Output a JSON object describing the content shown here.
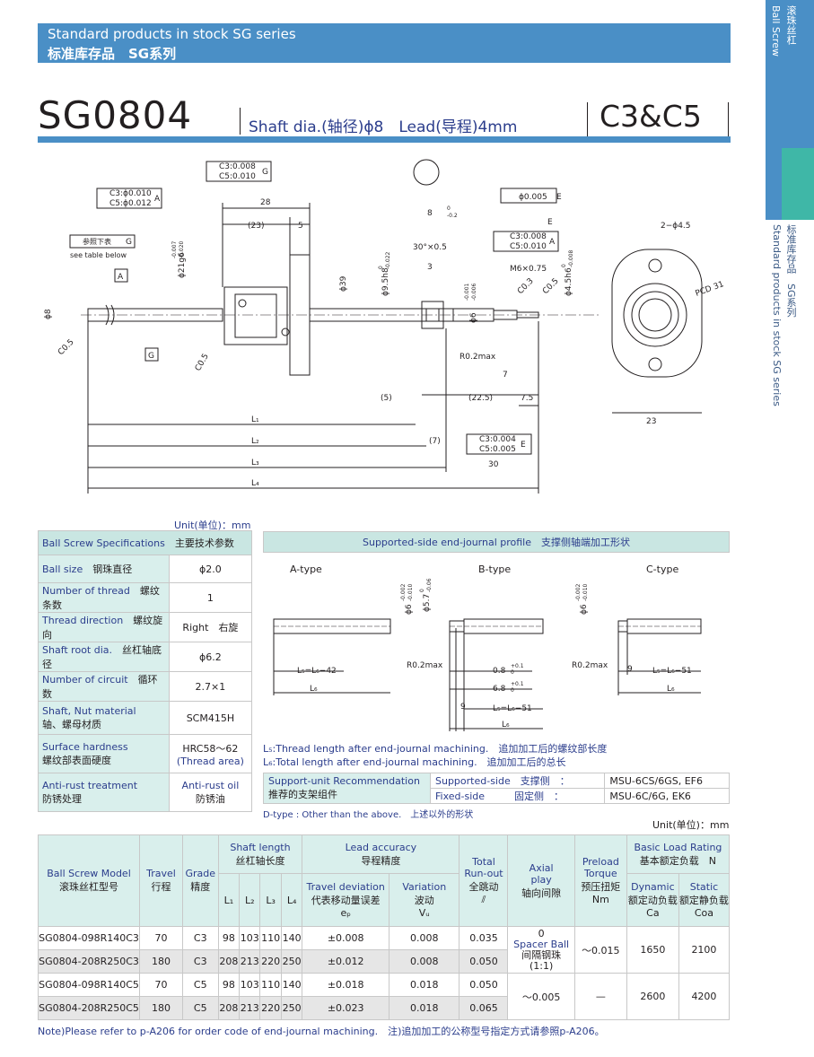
{
  "banner": {
    "line1": "Standard products in stock SG series",
    "line2": "标准库存品　SG系列"
  },
  "sidebar": {
    "top_en": "Ball Screw",
    "top_cn": "滚珠丝杠",
    "side_en": "Standard products in stock  SG series",
    "side_cn": "标准库存品　SG系列"
  },
  "title": {
    "model": "SG0804",
    "spec": "Shaft dia.(轴径)ϕ8　Lead(导程)4mm",
    "grade": "C3&C5"
  },
  "drawing": {
    "tol_g": [
      "C3:0.008",
      "C5:0.010"
    ],
    "tol_g_ref": "G",
    "tol_a": [
      "C3:ϕ0.010",
      "C5:ϕ0.012"
    ],
    "tol_a_ref": "A",
    "tol_ref_below": "参照下表",
    "tol_ref_g": "G",
    "see_table": "see table below",
    "dim_28": "28",
    "dim_23": "(23)",
    "dim_5": "5",
    "dim_21g6": "ϕ21g6",
    "dim_21g6_tol": [
      "-0.007",
      "-0.020"
    ],
    "dim_39": "ϕ39",
    "dim_8": "ϕ8",
    "dim_c05a": "C0.5",
    "dim_c05b": "C0.5",
    "label_a": "A",
    "label_g": "G",
    "pos_dia": "ϕ0.005",
    "pos_ref": "E",
    "dim_8b": "8",
    "dim_8b_tol": [
      "0",
      "-0.2"
    ],
    "chamfer": "30°×0.5",
    "dim_3": "3",
    "dim_95h8": "ϕ9.5h8",
    "dim_95h8_tol": [
      "0",
      "-0.022"
    ],
    "dim_6": "ϕ6",
    "dim_6_tol": [
      "-0.001",
      "-0.006"
    ],
    "tol_e": "E",
    "tol_e2": [
      "C3:0.008",
      "C5:0.010"
    ],
    "tol_e2_ref": "A",
    "thread": "M6×0.75",
    "dim_c03": "C0.3",
    "dim_c05c": "C0.5",
    "dim_45h6": "ϕ4.5h6",
    "dim_45h6_tol": [
      "0",
      "-0.008"
    ],
    "r02": "R0.2max",
    "dim_7": "7",
    "dim_5b": "(5)",
    "dim_225": "(22.5)",
    "dim_75": "7.5",
    "dim_7b": "(7)",
    "tol_e3": [
      "C3:0.004",
      "C5:0.005"
    ],
    "tol_e3_ref": "E",
    "dim_30": "30",
    "l1": "L₁",
    "l2": "L₂",
    "l3": "L₃",
    "l4": "L₄",
    "holes": "2−ϕ4.5",
    "pcd": "PCD 31",
    "dim_23b": "23"
  },
  "unit1": "Unit(单位)：mm",
  "spec_table": {
    "header": [
      "Ball Screw Specifications",
      "主要技术参数"
    ],
    "rows": [
      {
        "en": "Ball size",
        "cn": "钢珠直径",
        "value": "ϕ2.0"
      },
      {
        "en": "Number of thread",
        "cn": "螺纹条数",
        "value": "1"
      },
      {
        "en": "Thread direction",
        "cn": "螺纹旋向",
        "value": "Right　右旋"
      },
      {
        "en": "Shaft root dia.",
        "cn": "丝杠轴底径",
        "value": "ϕ6.2"
      },
      {
        "en": "Number of circuit",
        "cn": "循环数",
        "value": "2.7×1"
      },
      {
        "en": "Shaft, Nut material",
        "cn": "轴、螺母材质",
        "value": "SCM415H"
      },
      {
        "en": "Surface hardness",
        "cn": "螺纹部表面硬度",
        "value": "HRC58～62",
        "value2": "(Thread area)"
      },
      {
        "en": "Anti-rust treatment",
        "cn": "防锈处理",
        "value": "Anti-rust oil",
        "value2": "防锈油"
      }
    ]
  },
  "journal": {
    "header": "Supported-side end-journal profile　支撑侧轴端加工形状",
    "types": [
      "A-type",
      "B-type",
      "C-type"
    ],
    "a": {
      "l5": "L₅=L₆−42",
      "l6": "L₆"
    },
    "b": {
      "d6": "ϕ6",
      "d6_tol": [
        "-0.002",
        "-0.010"
      ],
      "d57": "ϕ5.7",
      "d57_tol": [
        "0",
        "-0.06"
      ],
      "r02": "R0.2max",
      "w08": "0.8",
      "w08_tol": [
        "+0.1",
        "0"
      ],
      "w68": "6.8",
      "w68_tol": [
        "+0.1",
        "0"
      ],
      "d9": "9",
      "l5": "L₅=L₆−51",
      "l6": "L₆"
    },
    "c": {
      "d6": "ϕ6",
      "d6_tol": [
        "-0.002",
        "-0.010"
      ],
      "r02": "R0.2max",
      "d9": "9",
      "l5": "L₅=L₆−51",
      "l6": "L₆"
    }
  },
  "notes": {
    "l5": "L₅:Thread length after end-journal machining.　追加加工后的螺纹部长度",
    "l6": "L₆:Total length after end-journal machining.　追加加工后的总长"
  },
  "support": {
    "k_en": "Support-unit Recommendation",
    "k_cn": "推荐的支架组件",
    "rows": [
      {
        "side": "Supported-side　支撑侧　：",
        "value": "MSU-6CS/6GS, EF6"
      },
      {
        "side": "Fixed-side　　　固定侧　：",
        "value": "MSU-6C/6G, EK6"
      }
    ]
  },
  "dtype": "D-type : Other than the above.　上述以外的形状",
  "unit2": "Unit(单位)：mm",
  "main_table": {
    "headers": {
      "model": [
        "Ball Screw Model",
        "滚珠丝杠型号"
      ],
      "travel": [
        "Travel",
        "行程"
      ],
      "grade": [
        "Grade",
        "精度"
      ],
      "shaft_length": [
        "Shaft length",
        "丝杠轴长度"
      ],
      "l": [
        "L₁",
        "L₂",
        "L₃",
        "L₄"
      ],
      "lead_acc": [
        "Lead accuracy",
        "导程精度"
      ],
      "travel_dev": [
        "Travel deviation",
        "代表移动量误差",
        "eₚ"
      ],
      "variation": [
        "Variation",
        "波动",
        "Vᵤ"
      ],
      "runout": [
        "Total",
        "Run-out",
        "全跳动",
        "⫽"
      ],
      "axial": [
        "Axial",
        "play",
        "轴向间隙"
      ],
      "preload": [
        "Preload",
        "Torque",
        "预压扭矩",
        "Nm"
      ],
      "load": [
        "Basic Load Rating",
        "基本额定负载　N"
      ],
      "dynamic": [
        "Dynamic",
        "额定动负载",
        "Ca"
      ],
      "static": [
        "Static",
        "额定静负载",
        "Coa"
      ]
    },
    "rows": [
      {
        "model": "SG0804-098R140C3",
        "travel": "70",
        "grade": "C3",
        "l1": "98",
        "l2": "103",
        "l3": "110",
        "l4": "140",
        "dev": "±0.008",
        "var": "0.008",
        "run": "0.035"
      },
      {
        "model": "SG0804-208R250C3",
        "travel": "180",
        "grade": "C3",
        "l1": "208",
        "l2": "213",
        "l3": "220",
        "l4": "250",
        "dev": "±0.012",
        "var": "0.008",
        "run": "0.050"
      },
      {
        "model": "SG0804-098R140C5",
        "travel": "70",
        "grade": "C5",
        "l1": "98",
        "l2": "103",
        "l3": "110",
        "l4": "140",
        "dev": "±0.018",
        "var": "0.018",
        "run": "0.050"
      },
      {
        "model": "SG0804-208R250C5",
        "travel": "180",
        "grade": "C5",
        "l1": "208",
        "l2": "213",
        "l3": "220",
        "l4": "250",
        "dev": "±0.023",
        "var": "0.018",
        "run": "0.065"
      }
    ],
    "c3_axial": [
      "0",
      "Spacer Ball",
      "间隔钢珠",
      "(1:1)"
    ],
    "c3_preload": "～0.015",
    "c3_dynamic": "1650",
    "c3_static": "2100",
    "c5_axial": "～0.005",
    "c5_preload": "—",
    "c5_dynamic": "2600",
    "c5_static": "4200"
  },
  "footnote": "Note)Please refer to p-A206 for order code of end-journal machining.　注)追加加工的公称型号指定方式请参照p-A206。"
}
